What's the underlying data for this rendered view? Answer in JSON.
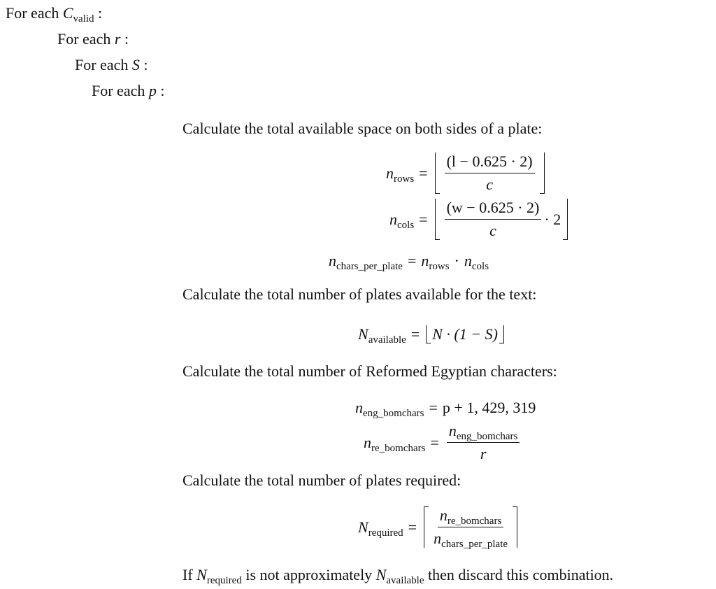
{
  "loops": [
    {
      "prefix": "For each",
      "var": "C",
      "sub": "valid",
      "suffix": ":"
    },
    {
      "prefix": "For each",
      "var": "r",
      "suffix": ":"
    },
    {
      "prefix": "For each",
      "var": "S",
      "suffix": ":"
    },
    {
      "prefix": "For each",
      "var": "p",
      "suffix": ":"
    }
  ],
  "steps": {
    "space": "Calculate the total available space on both sides of a plate:",
    "plates_available": "Calculate the total number of plates available for the text:",
    "characters": "Calculate the total number of Reformed Egyptian characters:",
    "plates_required": "Calculate the total number of plates required:"
  },
  "equations": {
    "n_rows": {
      "lhs": "n",
      "sub": "rows",
      "num": "(l − 0.625 · 2)",
      "den": "c"
    },
    "n_cols": {
      "lhs": "n",
      "sub": "cols",
      "num": "(w − 0.625 · 2)",
      "den": "c",
      "tail": "· 2"
    },
    "n_chars": {
      "lhs": "n",
      "sub": "chars_per_plate",
      "a": "n",
      "a_sub": "rows",
      "dot": "·",
      "b": "n",
      "b_sub": "cols"
    },
    "N_available": {
      "lhs": "N",
      "sub": "available",
      "rhs": "N · (1 − S)"
    },
    "n_eng": {
      "lhs": "n",
      "sub": "eng_bomchars",
      "rhs": "p + 1, 429, 319"
    },
    "n_re": {
      "lhs": "n",
      "sub": "re_bomchars",
      "num": "n",
      "num_sub": "eng_bomchars",
      "den": "r"
    },
    "N_required": {
      "lhs": "N",
      "sub": "required",
      "num": "n",
      "num_sub": "re_bomchars",
      "den": "n",
      "den_sub": "chars_per_plate"
    },
    "equals": "="
  },
  "conclusion": {
    "pre": "If",
    "a": "N",
    "a_sub": "required",
    "mid": "is not approximately",
    "b": "N",
    "b_sub": "available",
    "post": "then discard this combination."
  }
}
